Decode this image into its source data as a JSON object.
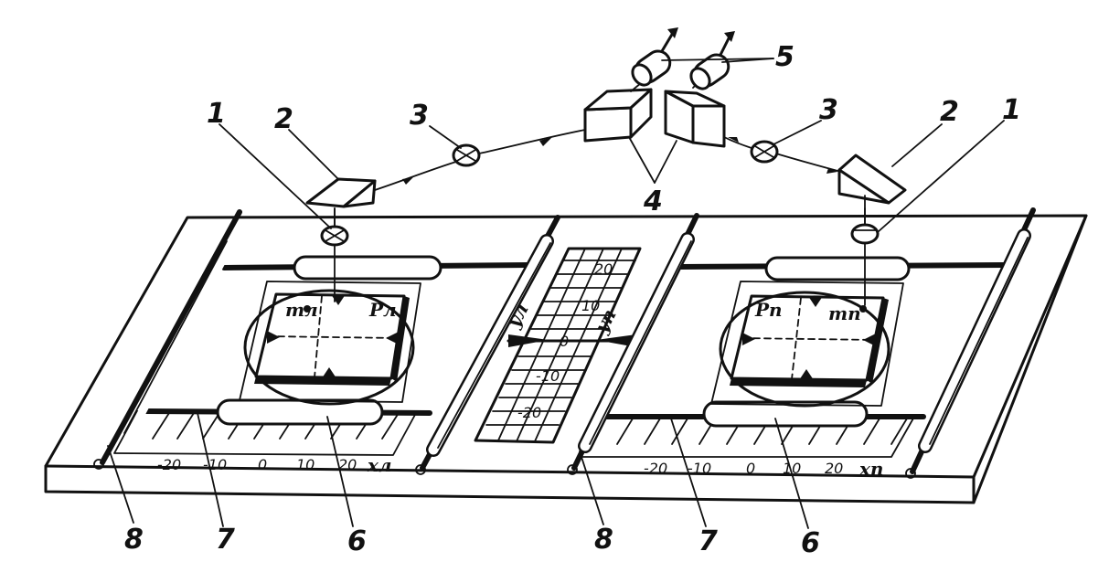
{
  "labels": {
    "n1": "1",
    "n2": "2",
    "n3": "3",
    "n4": "4",
    "n5": "5",
    "n6": "6",
    "n7": "7",
    "n8": "8"
  },
  "symbols": {
    "m_left": "mл",
    "p_left": "Pл",
    "m_right": "mп",
    "p_right": "Pп",
    "y_left": "yл",
    "y_right": "yп",
    "x_left": "xл",
    "x_right": "xп"
  },
  "x_scale": [
    "-20",
    "-10",
    "0",
    "10",
    "20"
  ],
  "y_scale": [
    "20",
    "10",
    "0",
    "-10",
    "-20"
  ]
}
